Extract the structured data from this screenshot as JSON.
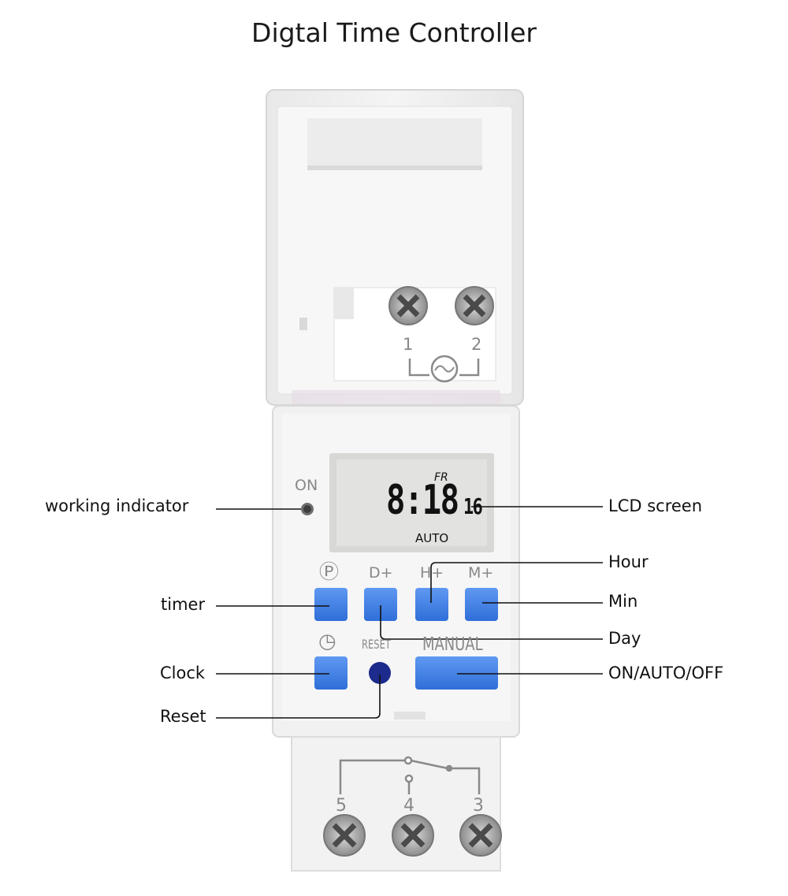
{
  "title": "Digtal Time Controller",
  "lcd": {
    "day": "FR",
    "time_hm": "8:18",
    "seconds": "16",
    "mode": "AUTO"
  },
  "panel": {
    "on_label": "ON",
    "program_symbol": "Ⓟ",
    "day_plus": "D+",
    "hour_plus": "H+",
    "min_plus": "M+",
    "clock_symbol": "◷",
    "reset": "RESET",
    "manual": "MANUAL"
  },
  "terminals": {
    "top": [
      "1",
      "2"
    ],
    "bottom": [
      "5",
      "4",
      "3"
    ]
  },
  "callouts": {
    "working_indicator": "working indicator",
    "timer": "timer",
    "clock": "Clock",
    "reset": "Reset",
    "lcd_screen": "LCD screen",
    "hour": "Hour",
    "min": "Min",
    "day": "Day",
    "on_auto_off": "ON/AUTO/OFF"
  },
  "colors": {
    "button_blue": "#3d7fe6",
    "reset_blue": "#1c2b8c",
    "body": "#f3f3f3",
    "lcd_bg": "#e2e3e1"
  }
}
